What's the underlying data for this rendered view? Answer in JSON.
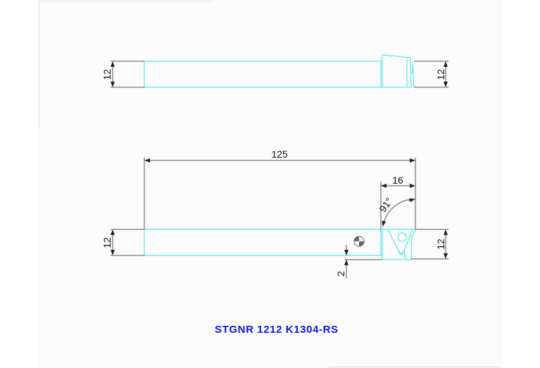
{
  "drawing": {
    "colors": {
      "tool_outline": "#33e6ee",
      "dimension_line": "#555555",
      "dimension_text": "#111111",
      "label": "#0a14e6",
      "paper": "#fafbfa",
      "background": "#ffffff"
    },
    "top_view": {
      "dim_left_height": "12",
      "dim_right_height": "12"
    },
    "side_view": {
      "dim_overall_length": "125",
      "dim_head_width": "16",
      "dim_angle": "91°",
      "dim_left_height": "12",
      "dim_right_height": "12",
      "dim_offset": "2"
    },
    "part_number": "STGNR 1212 K1304-RS"
  }
}
